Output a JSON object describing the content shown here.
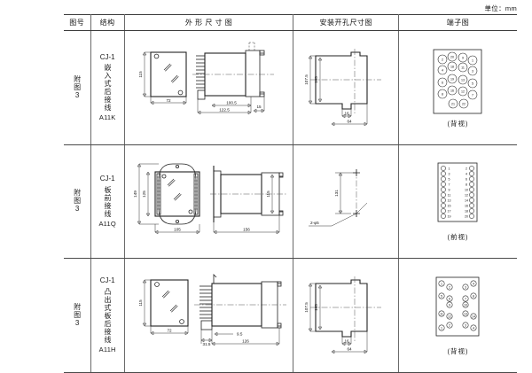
{
  "unit_note": "单位：mm",
  "table": {
    "headers": [
      {
        "key": "no",
        "label": "图号"
      },
      {
        "key": "struct",
        "label": "结构"
      },
      {
        "key": "outline",
        "label": "外 形 尺 寸 图"
      },
      {
        "key": "mount",
        "label": "安装开孔尺寸图"
      },
      {
        "key": "term",
        "label": "端子图"
      }
    ],
    "rows": [
      {
        "no": "附图3",
        "model": "CJ-1",
        "struct_text": "嵌入式后接线",
        "code": "A11K",
        "outline_dims": [
          "115",
          "72",
          "100.5",
          "122.5",
          "15"
        ],
        "mount_dims": [
          "107.5",
          "105",
          "16",
          "64"
        ],
        "terminal_view": "(背视)",
        "terminal_style": "grid-20",
        "terminal_numbers": [
          "2",
          "20",
          "9",
          "1",
          "4",
          "18",
          "11",
          "3",
          "6",
          "19",
          "13",
          "5",
          "8",
          "16",
          "12",
          "7",
          "21",
          "22"
        ]
      },
      {
        "no": "附图3",
        "model": "CJ-1",
        "struct_text": "板前接线",
        "code": "A11Q",
        "outline_dims": [
          "149",
          "125",
          "105",
          "156",
          "115"
        ],
        "mount_dims": [
          "131",
          "2-φ5"
        ],
        "terminal_view": "(前视)",
        "terminal_style": "two-column",
        "terminal_numbers_left": [
          "1",
          "3",
          "5",
          "7",
          "9",
          "11",
          "13",
          "15",
          "17",
          "19"
        ],
        "terminal_numbers_right": [
          "2",
          "4",
          "6",
          "8",
          "10",
          "12",
          "14",
          "16",
          "18",
          "20"
        ]
      },
      {
        "no": "附图3",
        "model": "CJ-1",
        "struct_text": "凸出式板后接线",
        "code": "A11H",
        "outline_dims": [
          "115",
          "72",
          "31.5",
          "9.5",
          "126"
        ],
        "mount_dims": [
          "107.5",
          "105",
          "16",
          "64"
        ],
        "terminal_view": "(背视)",
        "terminal_style": "staggered",
        "terminal_numbers": [
          "1",
          "2",
          "3",
          "4",
          "5",
          "6",
          "7",
          "8",
          "9",
          "10",
          "11",
          "12",
          "13",
          "14"
        ]
      }
    ]
  },
  "colors": {
    "line": "#222222",
    "rule": "#3b3b3b",
    "text": "#111111",
    "background": "#ffffff"
  }
}
